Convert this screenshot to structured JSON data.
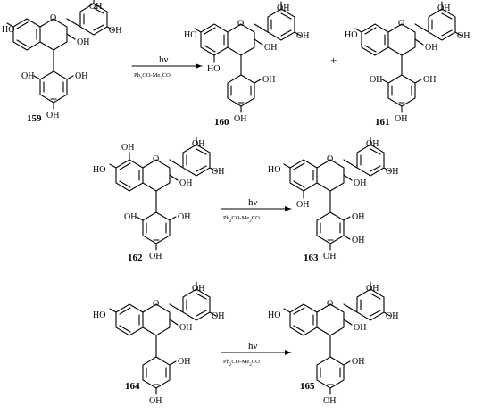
{
  "labels": {
    "oh": "OH",
    "ho": "HO",
    "o": "O",
    "plus": "+"
  },
  "reaction": {
    "light": "hν",
    "solvent_main": "Ph",
    "solvent_sub1": "2",
    "solvent_mid": "CO-Me",
    "solvent_sub2": "2",
    "solvent_end": "CO"
  },
  "compounds": {
    "c159": "159",
    "c160": "160",
    "c161": "161",
    "c162": "162",
    "c163": "163",
    "c164": "164",
    "c165": "165"
  }
}
